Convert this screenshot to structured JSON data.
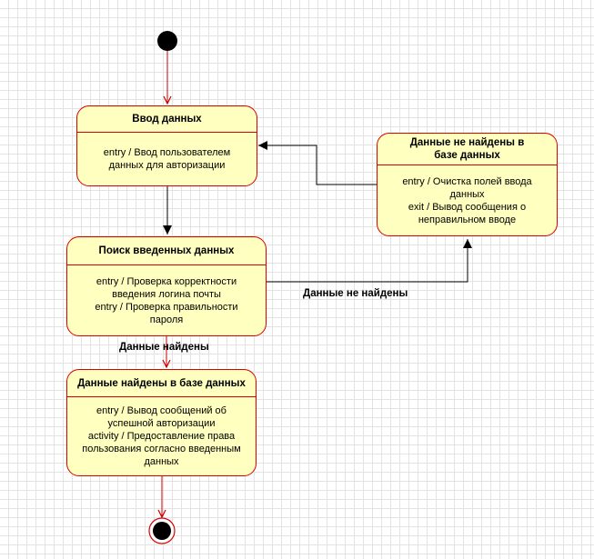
{
  "states": {
    "input": {
      "title": "Ввод данных",
      "body": [
        "entry / Ввод пользователем",
        "данных для авторизации"
      ]
    },
    "search": {
      "title": "Поиск введенных данных",
      "body": [
        "entry / Проверка корректности",
        "введения логина почты",
        "entry / Проверка правильности",
        "пароля"
      ]
    },
    "found": {
      "title": "Данные найдены в базе данных",
      "body": [
        "entry / Вывод сообщений об",
        "успешной авторизации",
        "activity / Предоставление права",
        "пользования согласно введенным",
        "данных"
      ]
    },
    "not_found": {
      "title_lines": [
        "Данные не найдены в",
        "базе данных"
      ],
      "body": [
        "entry /  Очистка полей ввода",
        "данных",
        "exit / Вывод сообщения о",
        "неправильном вводе"
      ]
    }
  },
  "transitions": {
    "not_found_label": "Данные не найдены",
    "found_label": "Данные найдены"
  },
  "colors": {
    "state_fill": "#ffffc0",
    "state_border": "#d90000",
    "arrow_red": "#cc0000",
    "arrow_black": "#000000",
    "node_black": "#000000"
  }
}
